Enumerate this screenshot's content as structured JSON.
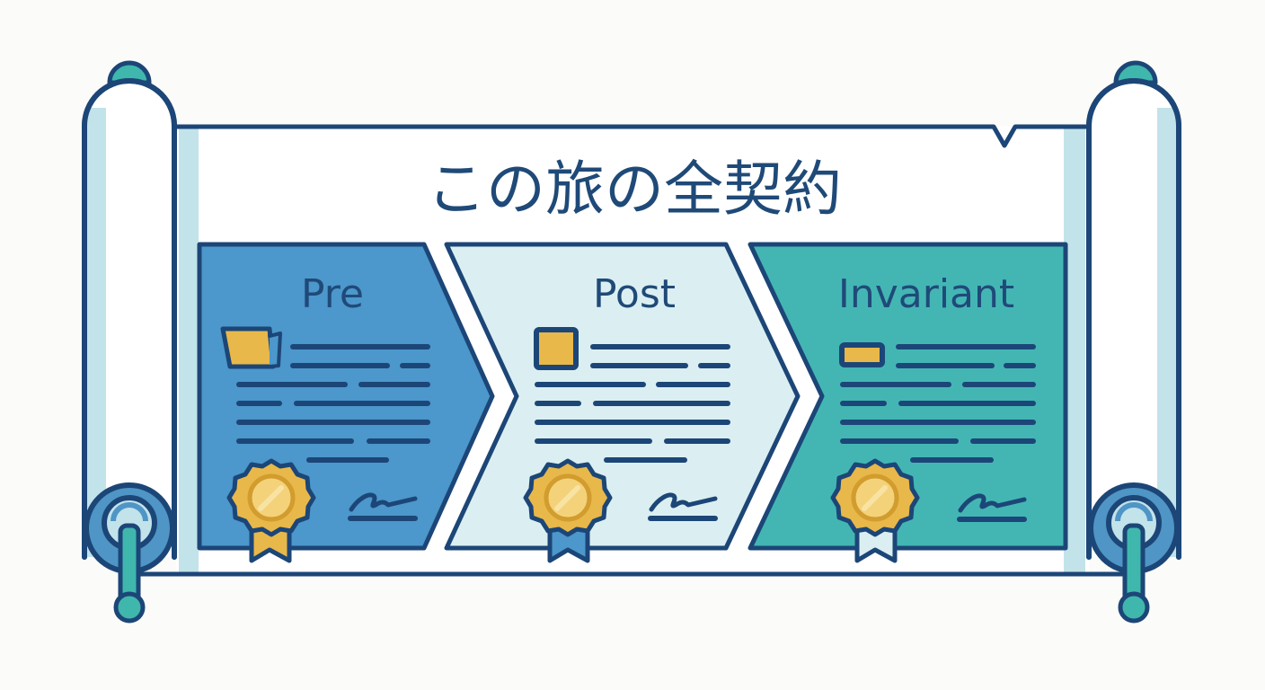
{
  "title": "この旅の全契約",
  "colors": {
    "outline": "#1c4677",
    "text": "#1f4a78",
    "paper": "#ffffff",
    "paper_stripe": "#c2e3ea",
    "roller_knob": "#3fb7ad",
    "roller_ring": "#4f95c6",
    "gold": "#e8b84a",
    "gold_dark": "#d29c2e",
    "gold_light": "#f3d27a",
    "background": "#fbfbf9"
  },
  "panels": [
    {
      "id": "pre",
      "label": "Pre",
      "fill": "#4c97cb",
      "icon": "folded-note-icon",
      "ribbon": "#e8b84a"
    },
    {
      "id": "post",
      "label": "Post",
      "fill": "#dbeff2",
      "icon": "square-stamp-icon",
      "ribbon": "#4c97cb"
    },
    {
      "id": "invariant",
      "label": "Invariant",
      "fill": "#43b6b4",
      "icon": "rectangle-stamp-icon",
      "ribbon": "#dbeff2"
    }
  ]
}
